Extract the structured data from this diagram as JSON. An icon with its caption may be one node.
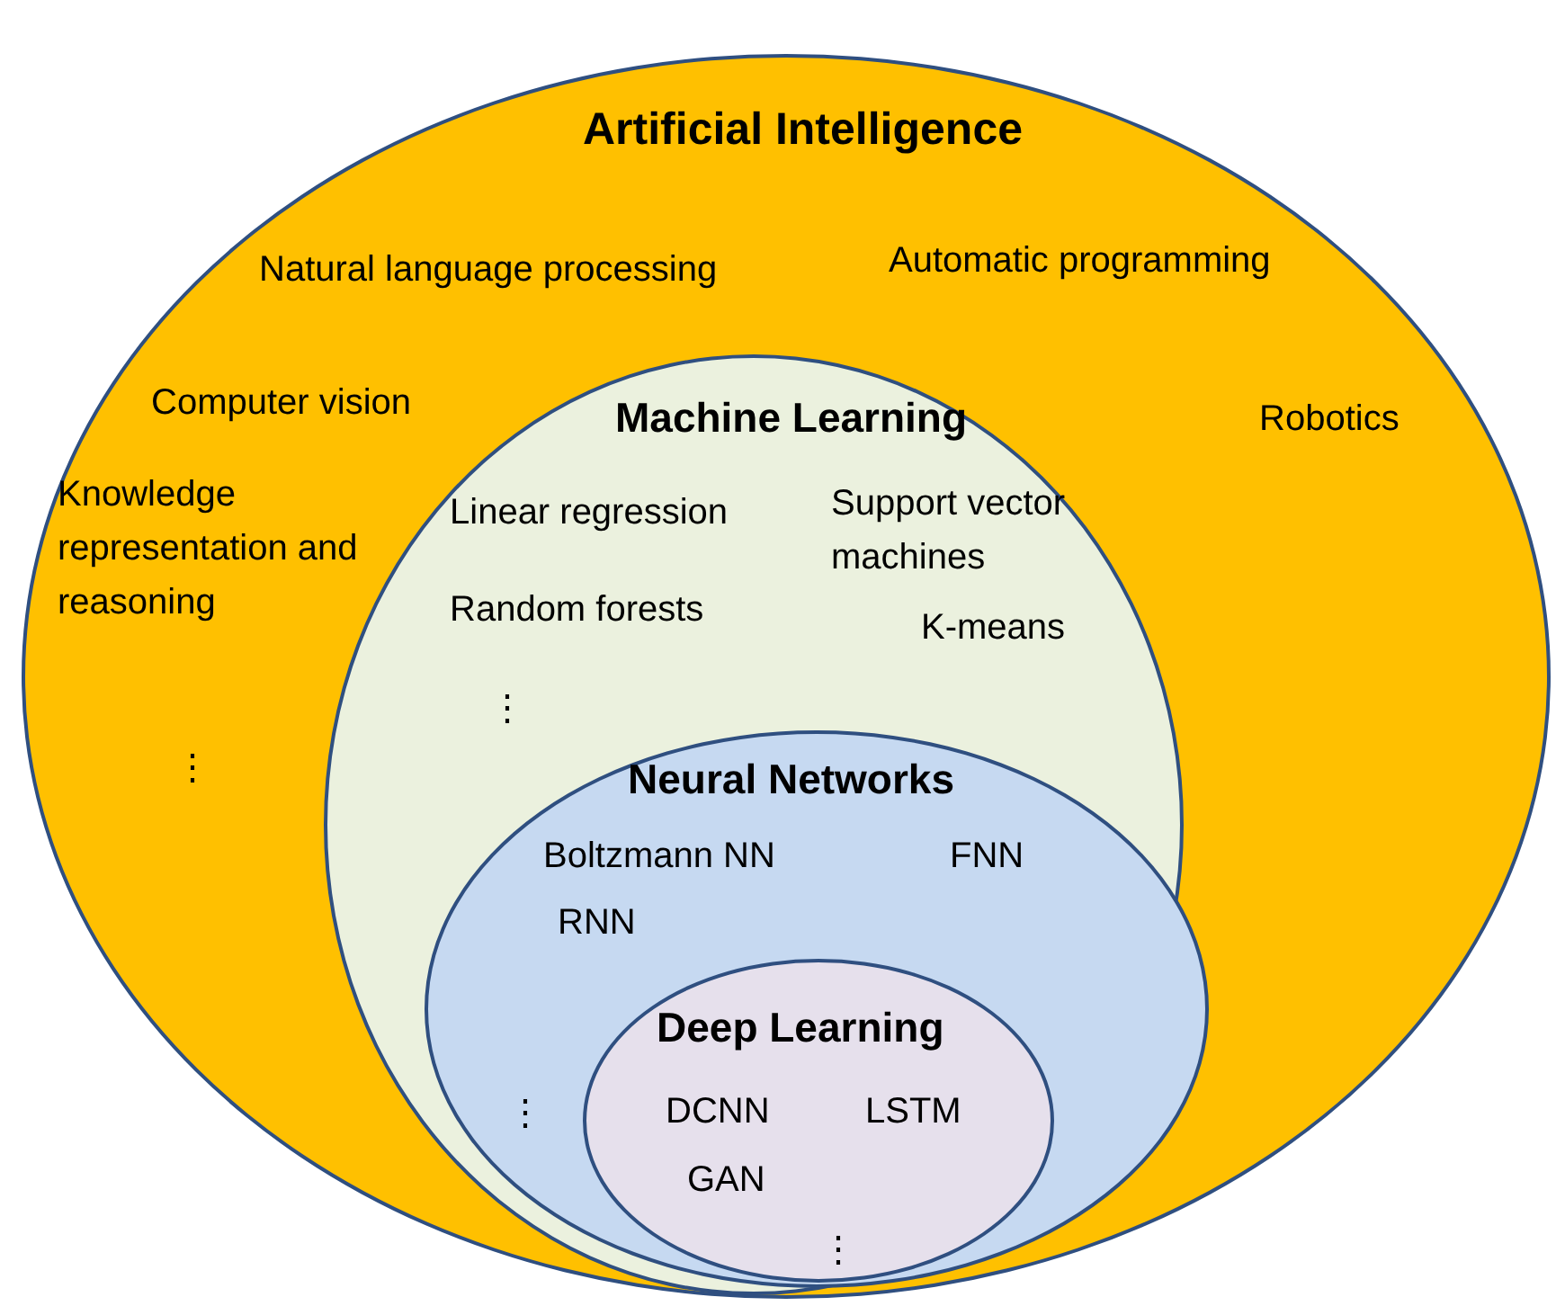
{
  "diagram": {
    "nodes": [
      {
        "text": [
          "Artificial Intelligence",
          "Natural language processing",
          "Automatic programming",
          "Computer vision",
          "Robotics",
          "Knowledge representation and reasoning",
          "⋮"
        ]
      },
      {
        "text": [
          "Machine Learning",
          "Linear regression",
          "Support vector machines",
          "Random forests",
          "K-means",
          "⋮"
        ],
        "in": 0
      },
      {
        "text": [
          "Neural Networks",
          "Boltzmann NN",
          "FNN",
          "RNN",
          "⋮"
        ],
        "in": 1
      },
      {
        "text": [
          "Deep Learning",
          "DCNN",
          "LSTM",
          "GAN",
          "⋮"
        ],
        "in": 2
      }
    ]
  }
}
